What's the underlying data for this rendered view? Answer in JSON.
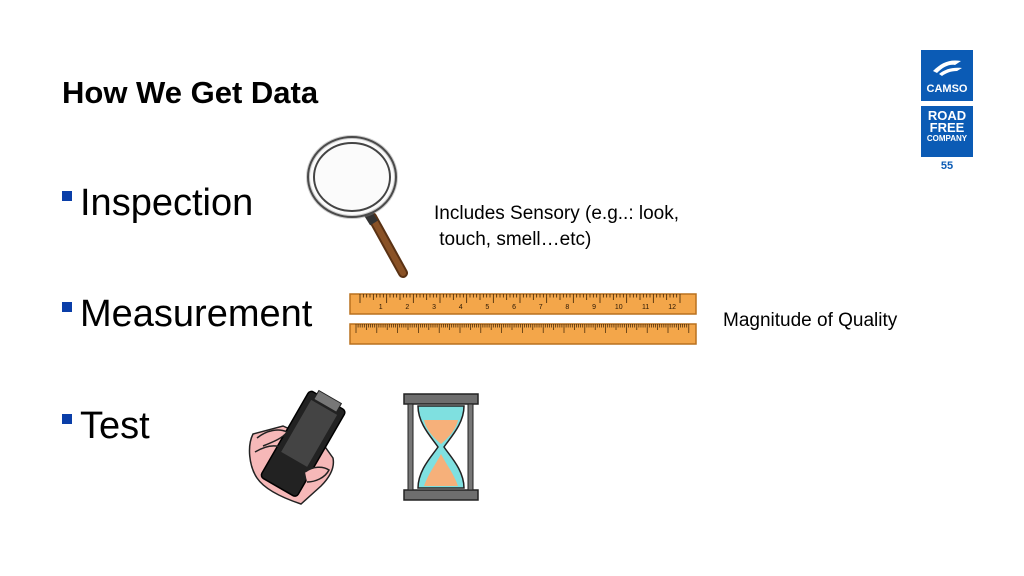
{
  "slide": {
    "title": "How We Get Data",
    "page_number": "55"
  },
  "bullets": [
    {
      "label": "Inspection"
    },
    {
      "label": "Measurement"
    },
    {
      "label": "Test"
    }
  ],
  "notes": {
    "inspection_line1": "Includes Sensory (e.g..: look,",
    "inspection_line2": " touch, smell…etc)",
    "measurement": "Magnitude of Quality"
  },
  "logo": {
    "brand": "CAMSO",
    "slogan_line1": "ROAD",
    "slogan_line2": "FREE",
    "slogan_line3": "COMPANY"
  },
  "ruler": {
    "top_numbers": [
      "1",
      "2",
      "3",
      "4",
      "5",
      "6",
      "7",
      "8",
      "9",
      "10",
      "11",
      "12"
    ]
  },
  "colors": {
    "accent": "#0b5bb5",
    "bullet": "#0a3ea8",
    "ruler": "#f0a03c"
  }
}
